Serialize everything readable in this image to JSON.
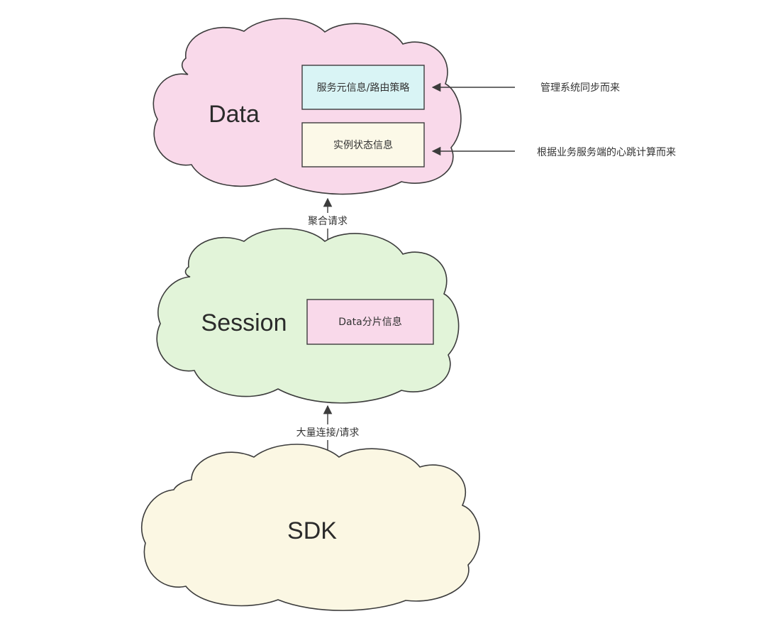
{
  "colors": {
    "data_cloud": "#f9d9ea",
    "session_cloud": "#e2f4d9",
    "sdk_cloud": "#fbf7e3",
    "metadata_box": "#d9f4f5",
    "instance_box": "#fcf9e8",
    "shard_box": "#f9d9ea",
    "stroke": "#3c3c3c"
  },
  "clouds": {
    "data": {
      "label": "Data"
    },
    "session": {
      "label": "Session"
    },
    "sdk": {
      "label": "SDK"
    }
  },
  "boxes": {
    "metadata": {
      "label": "服务元信息/路由策略"
    },
    "instance": {
      "label": "实例状态信息"
    },
    "shard": {
      "label": "Data分片信息"
    }
  },
  "edges": {
    "session_to_data": {
      "label": "聚合请求"
    },
    "sdk_to_session": {
      "label": "大量连接/请求"
    }
  },
  "notes": {
    "mgmt_sync": {
      "label": "管理系统同步而来"
    },
    "heartbeat": {
      "label": "根据业务服务端的心跳计算而来"
    }
  }
}
